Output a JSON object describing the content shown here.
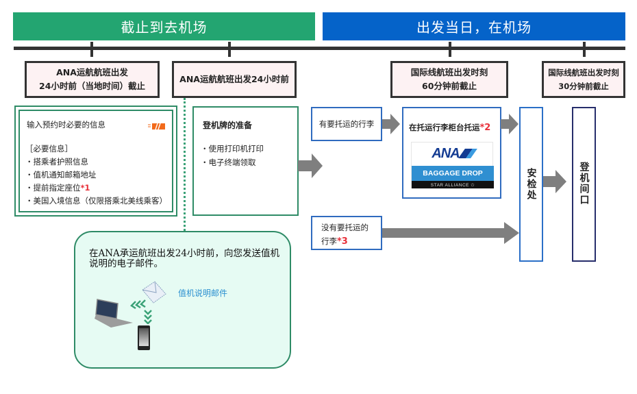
{
  "phases": {
    "before_airport": "截止到去机场",
    "at_airport": "出发当日，在机场"
  },
  "milestones": [
    {
      "line1": "ANA运航航班出发",
      "line2": "24小时前（当地时间）截止"
    },
    {
      "line1": "ANA运航航班出发24小时前",
      "line2": ""
    },
    {
      "line1": "国际线航班出发时刻",
      "line2": "60分钟前截止"
    },
    {
      "line1": "国际线航班出发时刻",
      "line2": "30分钟前截止"
    }
  ],
  "reservation_info": {
    "title": "输入预约时必要的信息",
    "section_label": "［必要信息］",
    "items": [
      {
        "text": "・搭乘者护照信息",
        "note": ""
      },
      {
        "text": "・值机通知邮箱地址",
        "note": ""
      },
      {
        "text": "・提前指定座位",
        "note": "*1"
      },
      {
        "text": "・美国入境信息（仅限搭乘北美线乘客）",
        "note": ""
      }
    ]
  },
  "boarding_pass": {
    "title": "登机牌的准备",
    "items": [
      "・使用打印机打印",
      "・电子终端领取"
    ]
  },
  "email_notice": {
    "text": "在ANA承运航班出发24小时前，向您发送值机说明的电子邮件。",
    "label": "值机说明邮件"
  },
  "baggage": {
    "with_bag": "有要托运的行李",
    "without_bag_line1": "没有要托运的",
    "without_bag_line2": "行李",
    "without_bag_note": "*3",
    "drop_counter": "在托运行李柜台托运",
    "drop_counter_note": "*2",
    "logo": {
      "brand": "ANA",
      "banner": "BAGGAGE DROP",
      "footer": "STAR ALLIANCE ✩"
    }
  },
  "security": "安检处",
  "gate": "登机间口",
  "colors": {
    "green": "#23a571",
    "blue": "#0563c9",
    "note_red": "#e8303a",
    "arrow_gray": "#7f7f7f",
    "email_label": "#2a8fd0"
  }
}
